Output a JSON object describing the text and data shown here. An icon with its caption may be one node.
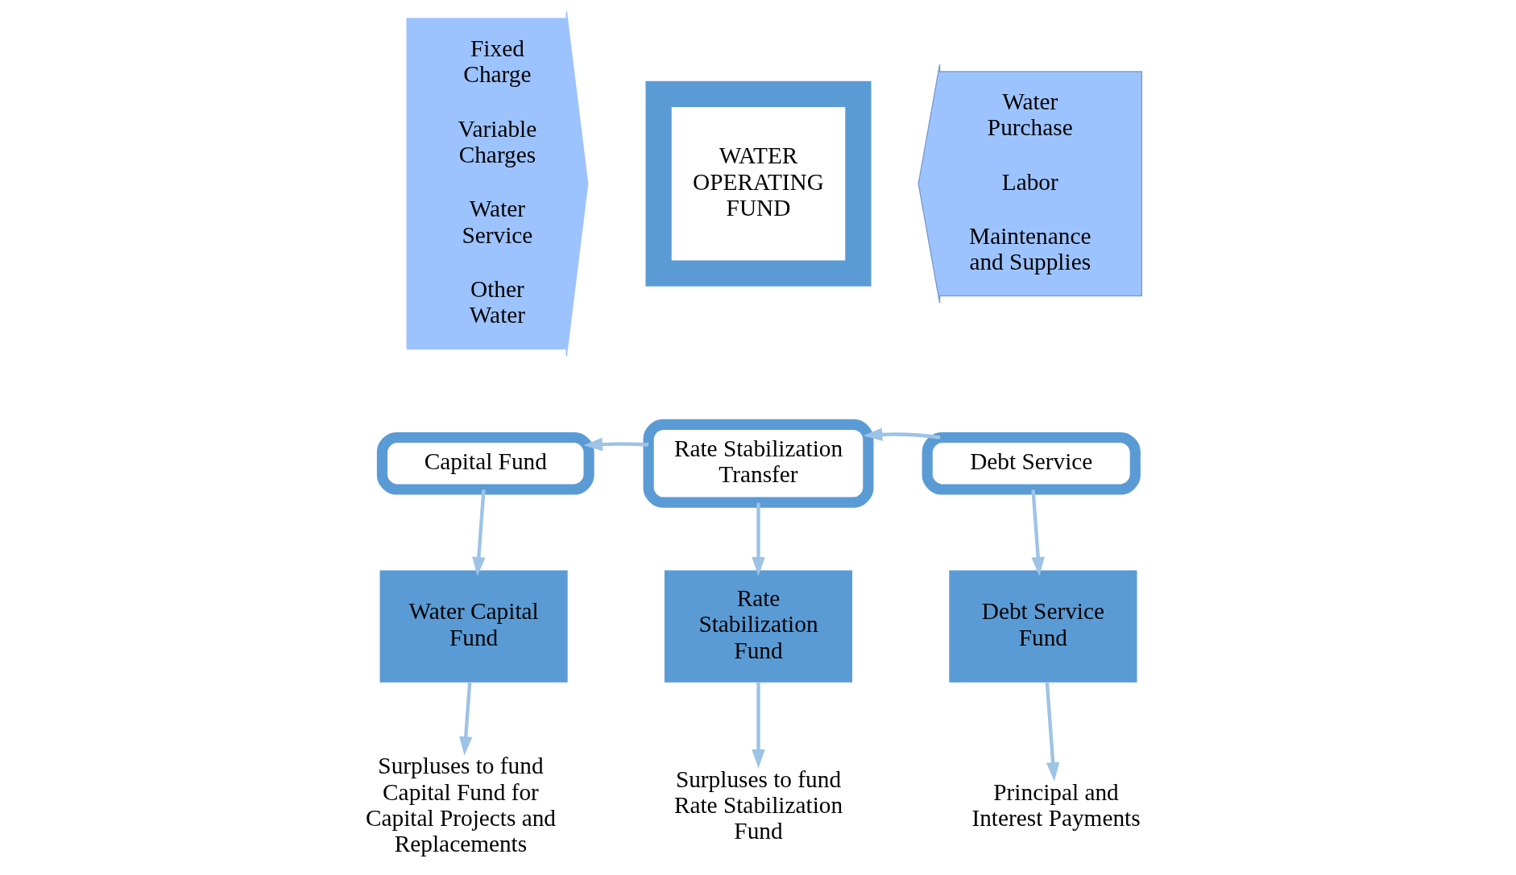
{
  "diagram": {
    "nodes": [
      {
        "text": [
          "Fixed Charge",
          "Variable Charges",
          "Water Service",
          "Other Water"
        ]
      },
      {
        "text": [
          "WATER OPERATING FUND"
        ]
      },
      {
        "text": [
          "Water Purchase",
          "Labor",
          "Maintenance and Supplies"
        ]
      },
      {
        "text": [
          "Capital Fund"
        ]
      },
      {
        "text": [
          "Rate Stabilization Transfer"
        ]
      },
      {
        "text": [
          "Debt Service"
        ]
      },
      {
        "text": [
          "Water Capital Fund"
        ]
      },
      {
        "text": [
          "Rate Stabilization Fund"
        ]
      },
      {
        "text": [
          "Debt Service Fund"
        ]
      },
      {
        "text": [
          "Surpluses to fund Capital Fund for Capital Projects and Replacements"
        ]
      },
      {
        "text": [
          "Surpluses to fund Rate Stabilization Fund"
        ]
      },
      {
        "text": [
          "Principal and Interest Payments"
        ]
      }
    ],
    "edges": [
      {
        "from": 5,
        "to": 4,
        "arrow": "to"
      },
      {
        "from": 4,
        "to": 3,
        "arrow": "to"
      },
      {
        "from": 3,
        "to": 6,
        "arrow": "to"
      },
      {
        "from": 4,
        "to": 7,
        "arrow": "to"
      },
      {
        "from": 5,
        "to": 8,
        "arrow": "to"
      },
      {
        "from": 6,
        "to": 9,
        "arrow": "to"
      },
      {
        "from": 7,
        "to": 10,
        "arrow": "to"
      },
      {
        "from": 8,
        "to": 11,
        "arrow": "to"
      }
    ]
  }
}
